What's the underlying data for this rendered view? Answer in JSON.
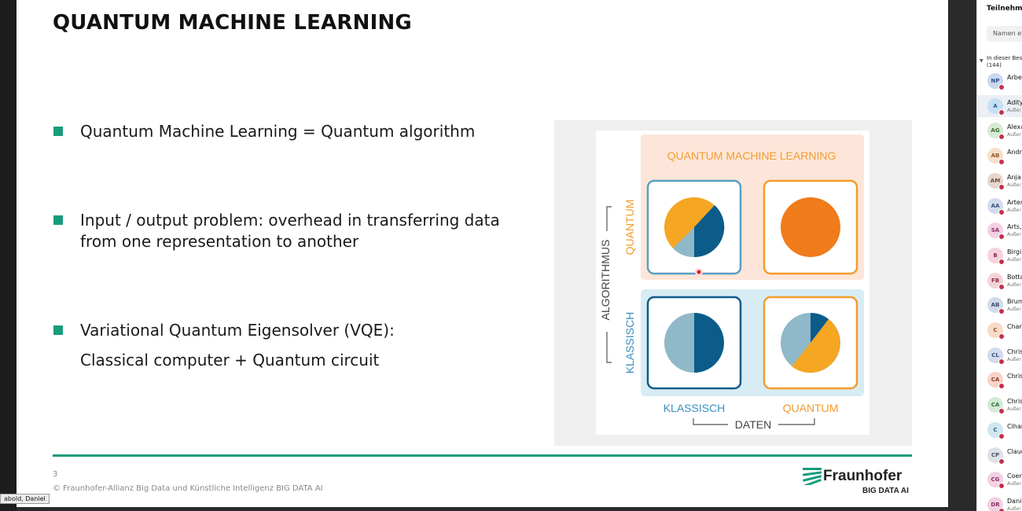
{
  "slide": {
    "title": "QUANTUM MACHINE LEARNING",
    "bullets": [
      {
        "line1": "Quantum Machine Learning = Quantum algorithm"
      },
      {
        "line1": "Input / output problem: overhead in transferring data",
        "line2": "from one representation to another"
      },
      {
        "line1": "Variational Quantum Eigensolver (VQE):",
        "line2": "Classical computer + Quantum circuit"
      }
    ],
    "page_number": "3",
    "copyright": "© Fraunhofer-Allianz Big Data und Künstliche Intelligenz BIG DATA AI",
    "logo_text": "Fraunhofer",
    "logo_sub": "BIG DATA AI"
  },
  "figure": {
    "header": "QUANTUM MACHINE LEARNING",
    "axis_y_label": "ALGORITHMUS",
    "axis_x_label": "DATEN",
    "row_quantum": "QUANTUM",
    "row_classical": "KLASSISCH",
    "col_classical": "KLASSISCH",
    "col_quantum": "QUANTUM"
  },
  "colors": {
    "accent": "#179c7d",
    "orange": "#f39c2c",
    "blue": "#0c5c8a",
    "light_blue": "#8fb8c8",
    "orange_bg": "#fde6d9",
    "blue_bg": "#d8ecf4"
  },
  "meeting": {
    "presenter_tag": "abold, Daniel",
    "panel_title": "Teilnehmer",
    "search_placeholder": "Namen ei",
    "group_label": "In dieser Besp",
    "group_count": "(144)",
    "participants": [
      {
        "initials": "NP",
        "name": "Arbe",
        "sub": "",
        "bg": "#c9d8f0",
        "fg": "#2e4d8a"
      },
      {
        "initials": "A",
        "name": "Adity",
        "sub": "Außer",
        "bg": "#c7dff3",
        "fg": "#2f5c87",
        "selected": true
      },
      {
        "initials": "AG",
        "name": "Alexa",
        "sub": "Außer",
        "bg": "#d6ebd1",
        "fg": "#3f6b33"
      },
      {
        "initials": "AB",
        "name": "Andr",
        "sub": "",
        "bg": "#f8dfc9",
        "fg": "#8a5a2e"
      },
      {
        "initials": "AM",
        "name": "Anja",
        "sub": "Außer",
        "bg": "#e6d6cf",
        "fg": "#6e4f40"
      },
      {
        "initials": "AA",
        "name": "Arter",
        "sub": "Außer",
        "bg": "#d2dcef",
        "fg": "#3b4f7a"
      },
      {
        "initials": "SA",
        "name": "Arts,",
        "sub": "Außer",
        "bg": "#f3d1e4",
        "fg": "#8a2f62"
      },
      {
        "initials": "B",
        "name": "Birgi",
        "sub": "Außer",
        "bg": "#f5d2dc",
        "fg": "#8a2f48"
      },
      {
        "initials": "FB",
        "name": "Botta",
        "sub": "Außer",
        "bg": "#f5d2d8",
        "fg": "#8a2f40"
      },
      {
        "initials": "AB",
        "name": "Brum",
        "sub": "Außer",
        "bg": "#d1dbe9",
        "fg": "#3b4d6e"
      },
      {
        "initials": "C",
        "name": "Chan",
        "sub": "",
        "bg": "#f8dbc6",
        "fg": "#8a552e"
      },
      {
        "initials": "CL",
        "name": "Chris",
        "sub": "Außer",
        "bg": "#d2dcef",
        "fg": "#3b4f7a"
      },
      {
        "initials": "CA",
        "name": "Chris",
        "sub": "",
        "bg": "#f8d3c6",
        "fg": "#8a402e"
      },
      {
        "initials": "CA",
        "name": "Chris",
        "sub": "Außer",
        "bg": "#d3ebd6",
        "fg": "#336b3f"
      },
      {
        "initials": "C",
        "name": "Cihan",
        "sub": "",
        "bg": "#d0e6f0",
        "fg": "#2e607a"
      },
      {
        "initials": "CP",
        "name": "Claud",
        "sub": "",
        "bg": "#dde2ea",
        "fg": "#4a5566"
      },
      {
        "initials": "CG",
        "name": "Coen",
        "sub": "Außer",
        "bg": "#f3d1e4",
        "fg": "#8a2f62"
      },
      {
        "initials": "DR",
        "name": "Danie",
        "sub": "Außer",
        "bg": "#f3d1e4",
        "fg": "#8a2f62"
      }
    ]
  }
}
